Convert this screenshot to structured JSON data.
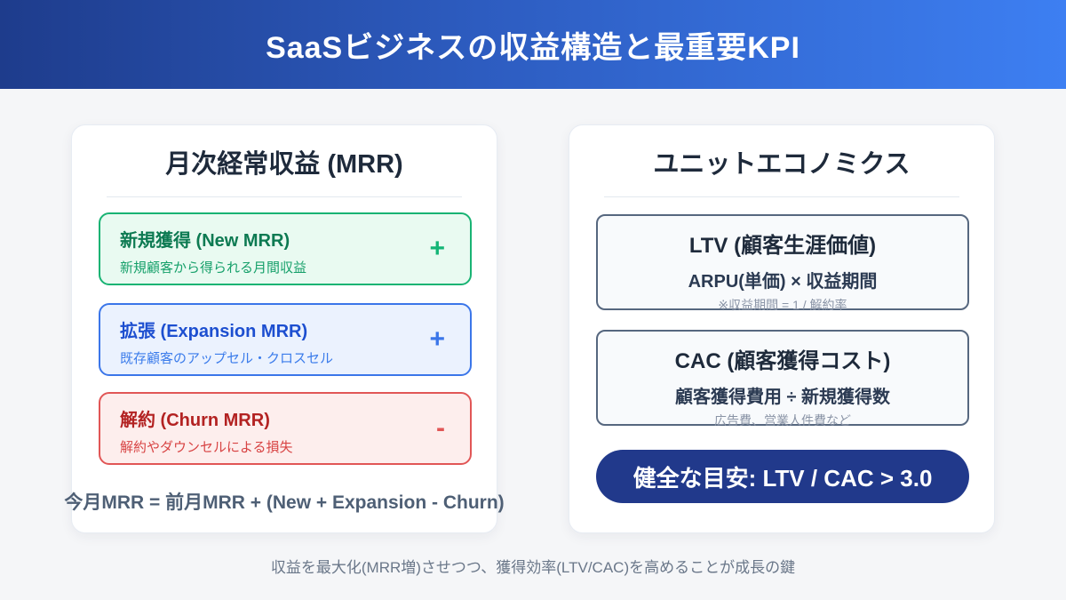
{
  "header": {
    "title": "SaaSビジネスの収益構造と最重要KPI"
  },
  "mrr_card": {
    "title": "月次経常収益 (MRR)",
    "items": [
      {
        "title": "新規獲得 (New MRR)",
        "desc": "新規顧客から得られる月間収益",
        "sign": "+",
        "theme": "green"
      },
      {
        "title": "拡張 (Expansion MRR)",
        "desc": "既存顧客のアップセル・クロスセル",
        "sign": "+",
        "theme": "blue"
      },
      {
        "title": "解約 (Churn MRR)",
        "desc": "解約やダウンセルによる損失",
        "sign": "-",
        "theme": "red"
      }
    ],
    "formula": "今月MRR = 前月MRR + (New + Expansion - Churn)"
  },
  "unit_card": {
    "title": "ユニットエコノミクス",
    "metrics": [
      {
        "title": "LTV (顧客生涯価値)",
        "formula": "ARPU(単価) × 収益期間",
        "note": "※収益期間 = 1 / 解約率"
      },
      {
        "title": "CAC (顧客獲得コスト)",
        "formula": "顧客獲得費用 ÷ 新規獲得数",
        "note": "広告費、営業人件費など"
      }
    ],
    "benchmark": "健全な目安: LTV / CAC > 3.0"
  },
  "footer": {
    "note": "収益を最大化(MRR増)させつつ、獲得効率(LTV/CAC)を高めることが成長の鍵"
  },
  "colors": {
    "header_gradient_start": "#1e3c8c",
    "header_gradient_end": "#3d7ff2",
    "page_background": "#f5f6f8",
    "card_background": "#ffffff",
    "green_accent": "#18b373",
    "blue_accent": "#3b76e9",
    "red_accent": "#e15656",
    "slate_border": "#56677f",
    "benchmark_pill": "#21398b",
    "title_text": "#1e2a3b"
  }
}
